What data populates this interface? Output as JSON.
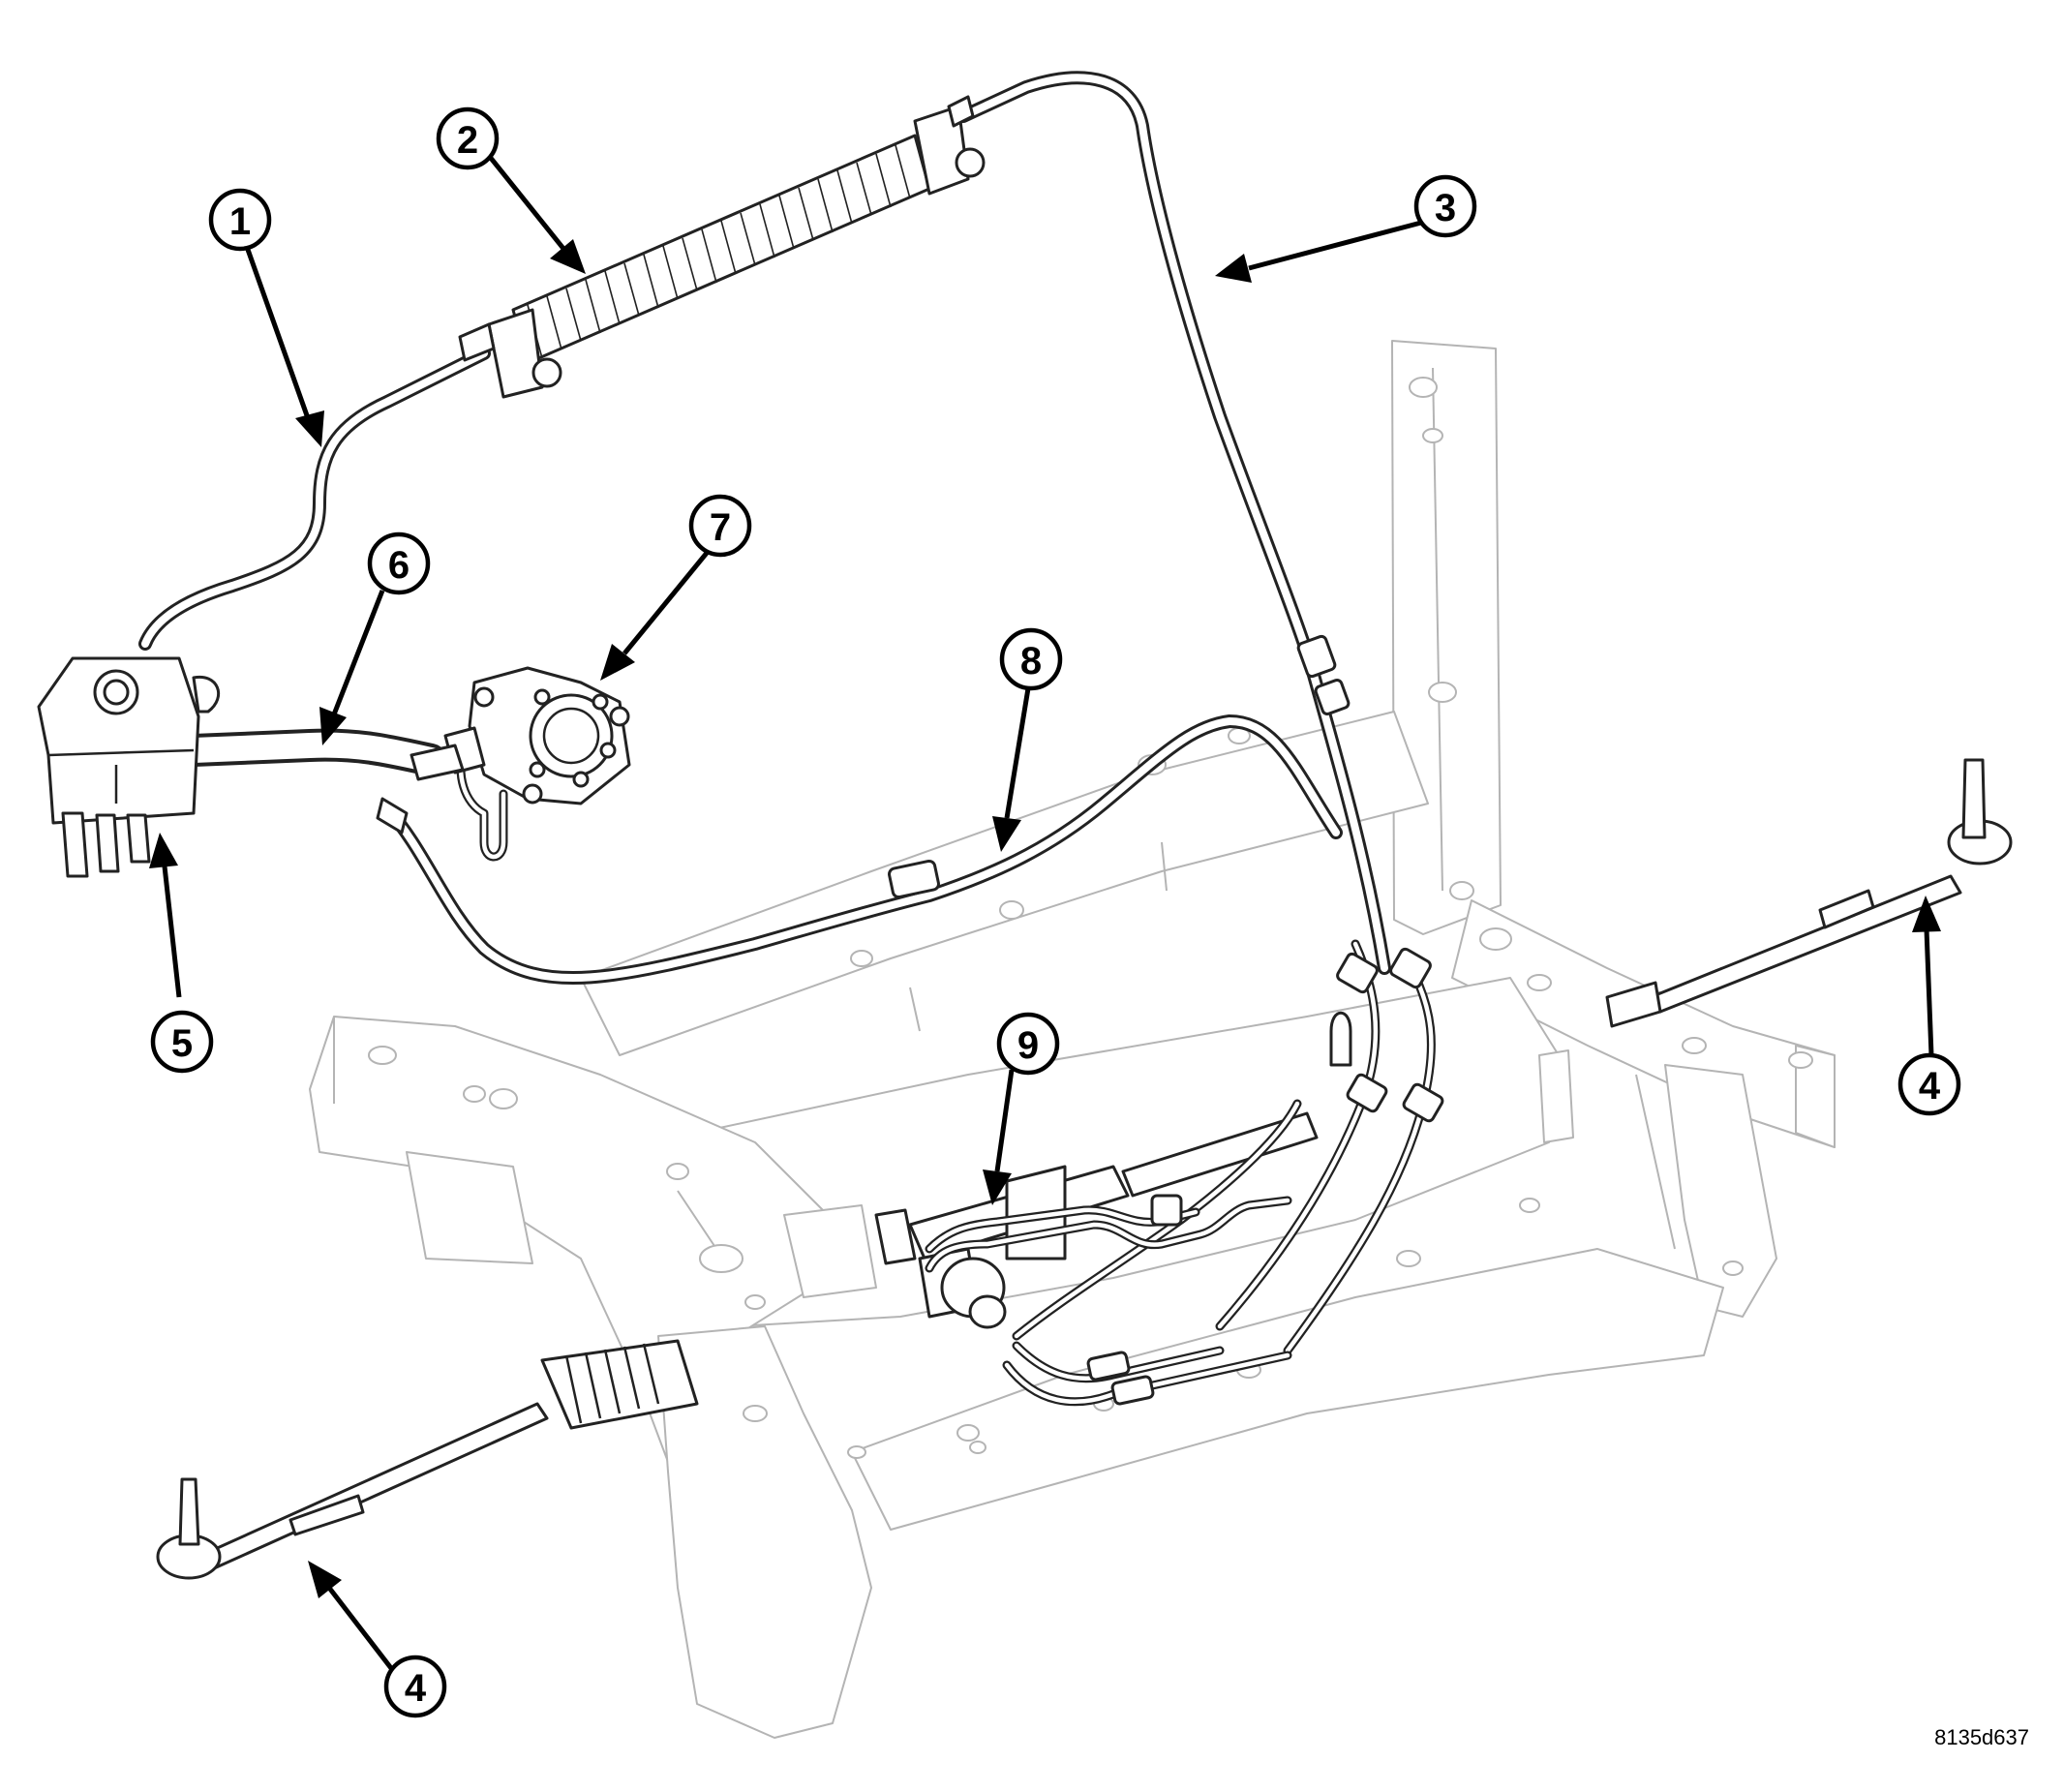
{
  "callouts": [
    {
      "label": "1"
    },
    {
      "label": "2"
    },
    {
      "label": "3"
    },
    {
      "label": "4"
    },
    {
      "label": "4"
    },
    {
      "label": "5"
    },
    {
      "label": "6"
    },
    {
      "label": "7"
    },
    {
      "label": "8"
    },
    {
      "label": "9"
    }
  ],
  "figure_id": "8135d637"
}
